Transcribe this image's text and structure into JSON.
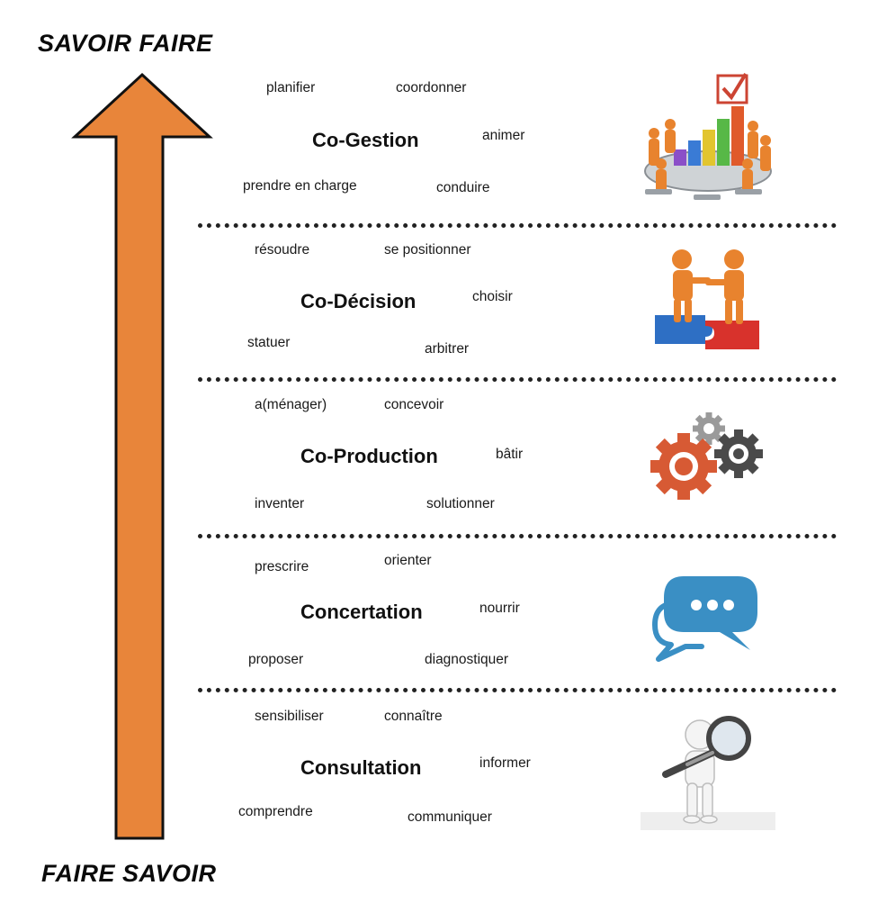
{
  "top_label": "SAVOIR FAIRE",
  "bottom_label": "FAIRE SAVOIR",
  "colors": {
    "arrow": "#e8853a",
    "arrow_stroke": "#111111",
    "speech": "#3a8fc4",
    "gear_red": "#d75a34",
    "gear_dark": "#4a4a4a",
    "gear_light": "#9a9a9a"
  },
  "levels": [
    {
      "title": "Co-Gestion",
      "verbs": [
        "planifier",
        "coordonner",
        "animer",
        "prendre en charge",
        "conduire"
      ],
      "icon": "meeting-chart-icon"
    },
    {
      "title": "Co-Décision",
      "verbs": [
        "résoudre",
        "se positionner",
        "choisir",
        "statuer",
        "arbitrer"
      ],
      "icon": "handshake-puzzle-icon"
    },
    {
      "title": "Co-Production",
      "verbs": [
        "a(ménager)",
        "concevoir",
        "bâtir",
        "inventer",
        "solutionner"
      ],
      "icon": "gears-icon"
    },
    {
      "title": "Concertation",
      "verbs": [
        "prescrire",
        "orienter",
        "nourrir",
        "proposer",
        "diagnostiquer"
      ],
      "icon": "speech-bubbles-icon"
    },
    {
      "title": "Consultation",
      "verbs": [
        "sensibiliser",
        "connaître",
        "informer",
        "comprendre",
        "communiquer"
      ],
      "icon": "magnifier-person-icon"
    }
  ]
}
